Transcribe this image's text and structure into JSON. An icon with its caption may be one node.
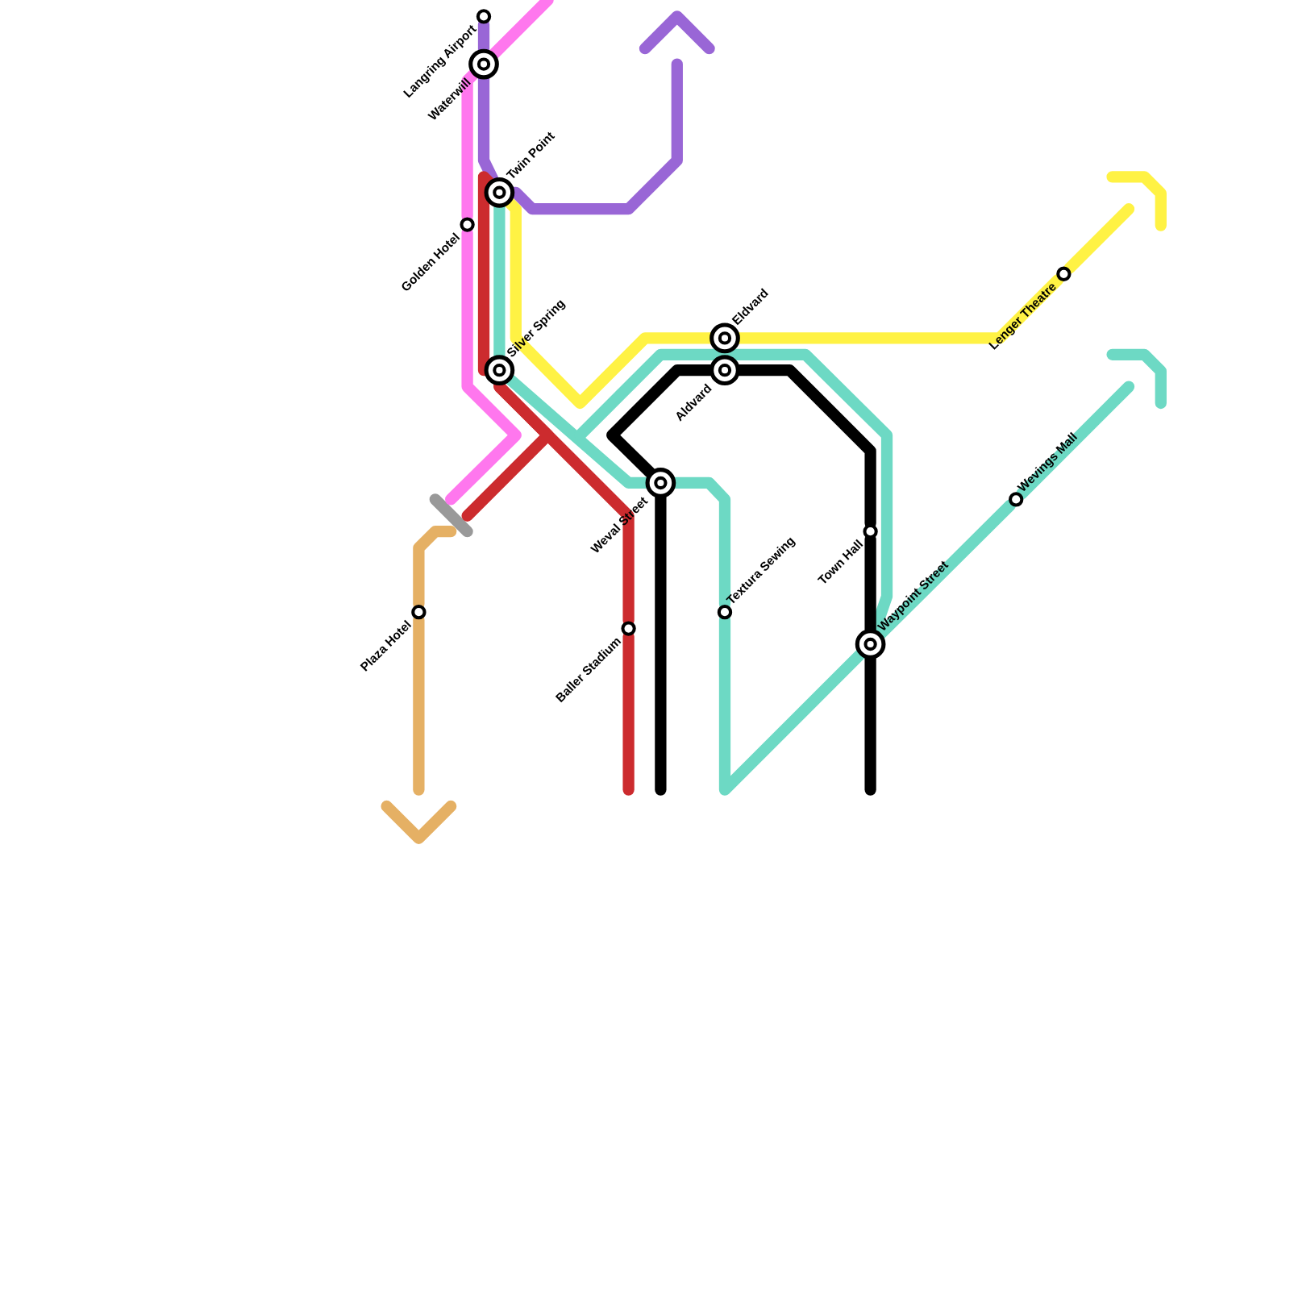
{
  "diagram": {
    "nodes": [
      {
        "text": [
          "Langring Airport"
        ]
      },
      {
        "text": [
          "Waterwill"
        ]
      },
      {
        "text": [
          "Twin Point"
        ]
      },
      {
        "text": [
          "Golden Hotel"
        ]
      },
      {
        "text": [
          "Silver Spring"
        ]
      },
      {
        "text": [
          "Eldvard"
        ]
      },
      {
        "text": [
          "Aldvard"
        ]
      },
      {
        "text": [
          "Lenger Theatre"
        ]
      },
      {
        "text": [
          "Weval Street"
        ]
      },
      {
        "text": [
          "Wevings Mall"
        ]
      },
      {
        "text": [
          "Town Hall"
        ]
      },
      {
        "text": [
          "Plaza Hotel"
        ]
      },
      {
        "text": [
          "Textura Sewing"
        ]
      },
      {
        "text": [
          "Baller Stadium"
        ]
      },
      {
        "text": [
          "Waypoint Street"
        ]
      }
    ],
    "edges": [
      {
        "from": 0,
        "to": 1,
        "arrow": "none",
        "color": "#9966d6"
      },
      {
        "from": 1,
        "to": 2,
        "arrow": "none",
        "color": "#9966d6"
      },
      {
        "from": 2,
        "to": null,
        "arrow": "none",
        "color": "#9966d6"
      },
      {
        "from": null,
        "to": 1,
        "arrow": "none",
        "color": "#ff77ee"
      },
      {
        "from": 1,
        "to": 3,
        "arrow": "none",
        "color": "#ff77ee"
      },
      {
        "from": 3,
        "to": null,
        "arrow": "none",
        "color": "#ff77ee"
      },
      {
        "from": 2,
        "to": 4,
        "arrow": "none",
        "color": "#cc2b2e"
      },
      {
        "from": 4,
        "to": 13,
        "arrow": "none",
        "color": "#cc2b2e"
      },
      {
        "from": 13,
        "to": null,
        "arrow": "none",
        "color": "#cc2b2e"
      },
      {
        "from": 4,
        "to": null,
        "arrow": "none",
        "color": "#cc2b2e"
      },
      {
        "from": 2,
        "to": 5,
        "arrow": "none",
        "color": "#fff244"
      },
      {
        "from": 5,
        "to": 7,
        "arrow": "none",
        "color": "#fff244"
      },
      {
        "from": 7,
        "to": null,
        "arrow": "none",
        "color": "#fff244"
      },
      {
        "from": 2,
        "to": 4,
        "arrow": "none"
      },
      {
        "from": 4,
        "to": 8,
        "arrow": "none"
      },
      {
        "from": 8,
        "to": 12,
        "arrow": "none"
      },
      {
        "from": 12,
        "to": 14,
        "arrow": "none"
      },
      {
        "from": 14,
        "to": 9,
        "arrow": "none"
      },
      {
        "from": 9,
        "to": null,
        "arrow": "none"
      },
      {
        "from": null,
        "to": 6,
        "arrow": "none"
      },
      {
        "from": 6,
        "to": 14,
        "arrow": "none"
      },
      {
        "from": 8,
        "to": null,
        "arrow": "none",
        "color": "#000000"
      },
      {
        "from": 8,
        "to": 6,
        "arrow": "none",
        "color": "#000000"
      },
      {
        "from": 6,
        "to": 10,
        "arrow": "none",
        "color": "#000000"
      },
      {
        "from": 10,
        "to": 14,
        "arrow": "none",
        "color": "#000000"
      },
      {
        "from": 14,
        "to": null,
        "arrow": "none",
        "color": "#000000"
      },
      {
        "from": null,
        "to": 11,
        "arrow": "none",
        "color": "#e5b064"
      },
      {
        "from": 11,
        "to": null,
        "arrow": "none",
        "color": "#e5b064"
      }
    ]
  }
}
